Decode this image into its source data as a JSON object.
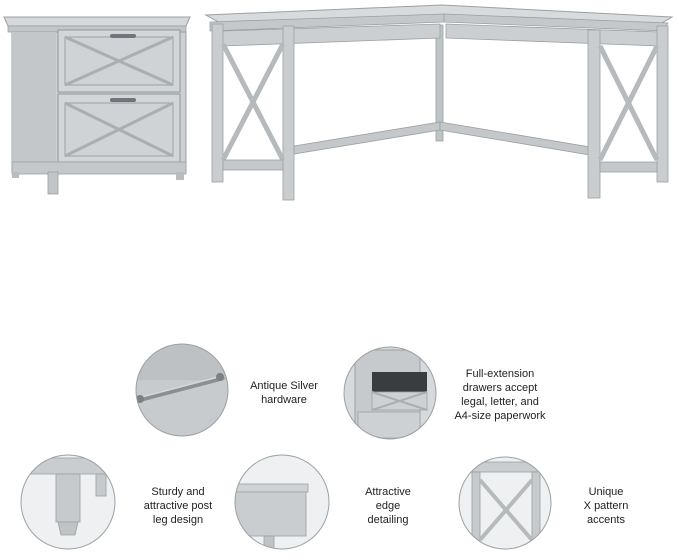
{
  "colors": {
    "wood": "#c9cdd0",
    "wood_light": "#d9dcde",
    "wood_dark": "#a9aeb2",
    "edge": "#8f9599",
    "text": "#222222",
    "hardware": "#8a8f94"
  },
  "features": [
    {
      "id": "hardware",
      "label": "Antique Silver\nhardware"
    },
    {
      "id": "drawers",
      "label": "Full-extension\ndrawers accept\nlegal, letter, and\nA4-size paperwork"
    },
    {
      "id": "leg",
      "label": "Sturdy and\nattractive post\nleg design"
    },
    {
      "id": "edge",
      "label": "Attractive\nedge\ndetailing"
    },
    {
      "id": "xpattern",
      "label": "Unique\nX pattern\naccents"
    }
  ]
}
